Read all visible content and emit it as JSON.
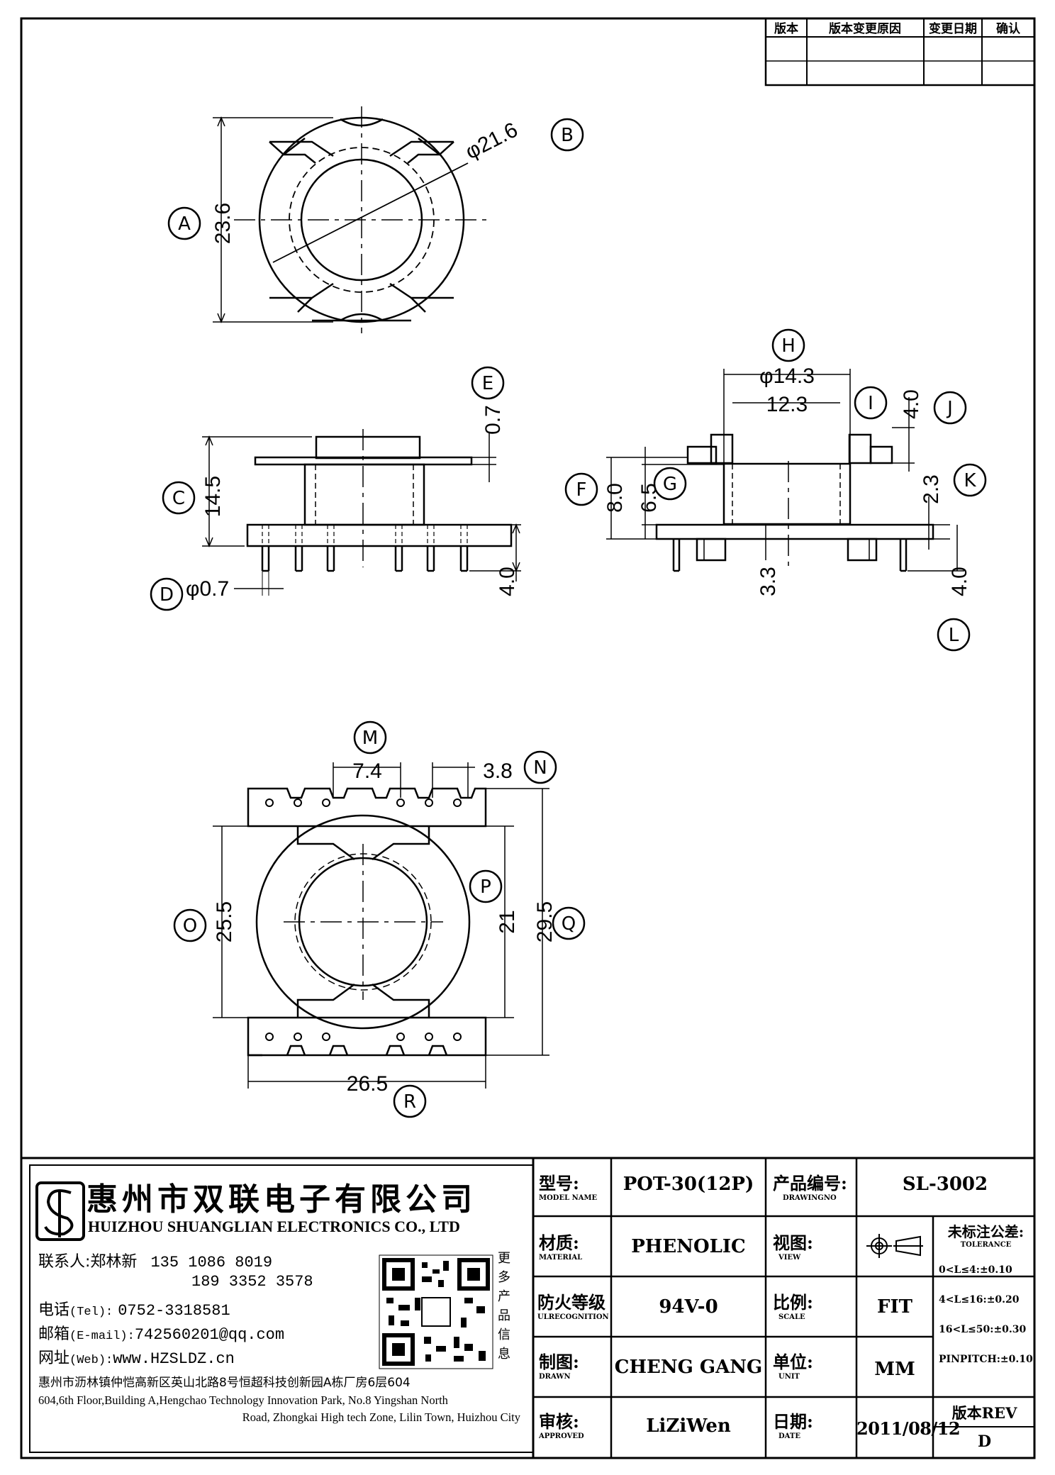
{
  "revision_table": {
    "headers": [
      "版本",
      "版本变更原因",
      "变更日期",
      "确认"
    ]
  },
  "drawing": {
    "top_view": {
      "dims": {
        "A": "23.6",
        "B": "φ21.6"
      }
    },
    "front_view": {
      "dims": {
        "C": "14.5",
        "D": "φ0.7",
        "E": "0.7",
        "pin_height": "4.0"
      }
    },
    "side_view": {
      "dims": {
        "H": "φ14.3",
        "I": "12.3",
        "J": "4.0",
        "K": "2.3",
        "F": "8.0",
        "G": "6.5",
        "center_height": "3.3",
        "L": "4.0"
      }
    },
    "bottom_view": {
      "dims": {
        "M": "7.4",
        "N": "3.8",
        "O": "25.5",
        "P": "21",
        "Q": "29.5",
        "R": "26.5"
      }
    },
    "callouts": [
      "A",
      "B",
      "C",
      "D",
      "E",
      "F",
      "G",
      "H",
      "I",
      "J",
      "K",
      "L",
      "M",
      "N",
      "O",
      "P",
      "Q",
      "R"
    ]
  },
  "company": {
    "name_cn": "惠州市双联电子有限公司",
    "name_en": "HUIZHOU SHUANGLIAN ELECTRONICS CO., LTD",
    "contact_label": "联系人:",
    "contact_name": "郑林新",
    "phone1": "135 1086 8019",
    "phone2": "189 3352 3578",
    "tel_label": "电话",
    "tel_label_en": "(Tel):",
    "tel": "0752-3318581",
    "email_label": "邮箱",
    "email_label_en": "(E-mail):",
    "email": "742560201@qq.com",
    "web_label": "网址",
    "web_label_en": "(Web):",
    "web": "www.HZSLDZ.cn",
    "qr_caption": "更多产品信息",
    "address_cn": "惠州市沥林镇仲恺高新区英山北路8号恒超科技创新园A栋厂房6层604",
    "address_en_1": "604,6th Floor,Building A,Hengchao Technology Innovation Park, No.8 Yingshan North",
    "address_en_2": "Road, Zhongkai High tech Zone, Lilin Town, Huizhou City"
  },
  "title_block": {
    "model_label": "型号:",
    "model_label_en": "MODEL NAME",
    "model": "POT-30(12P)",
    "drawing_no_label": "产品编号:",
    "drawing_no_label_en": "DRAWINGNO",
    "drawing_no": "SL-3002",
    "material_label": "材质:",
    "material_label_en": "MATERIAL",
    "material": "PHENOLIC",
    "view_label": "视图:",
    "view_label_en": "VIEW",
    "tolerance_label": "未标注公差:",
    "tolerance_label_en": "TOLERANCE",
    "tolerances": [
      "0<L≤4:±0.10",
      "4<L≤16:±0.20",
      "16<L≤50:±0.30",
      "PINPITCH:±0.10"
    ],
    "fire_label": "防火等级",
    "fire_label_en": "ULRECOGNITION",
    "fire": "94V-0",
    "scale_label": "比例:",
    "scale_label_en": "SCALE",
    "scale": "FIT",
    "drawn_label": "制图:",
    "drawn_label_en": "DRAWN",
    "drawn": "CHENG GANG",
    "unit_label": "单位:",
    "unit_label_en": "UNIT",
    "unit": "MM",
    "approved_label": "审核:",
    "approved_label_en": "APPROVED",
    "approved": "LiZiWen",
    "date_label": "日期:",
    "date_label_en": "DATE",
    "date": "2011/08/12",
    "rev_label": "版本REV",
    "rev": "D"
  }
}
